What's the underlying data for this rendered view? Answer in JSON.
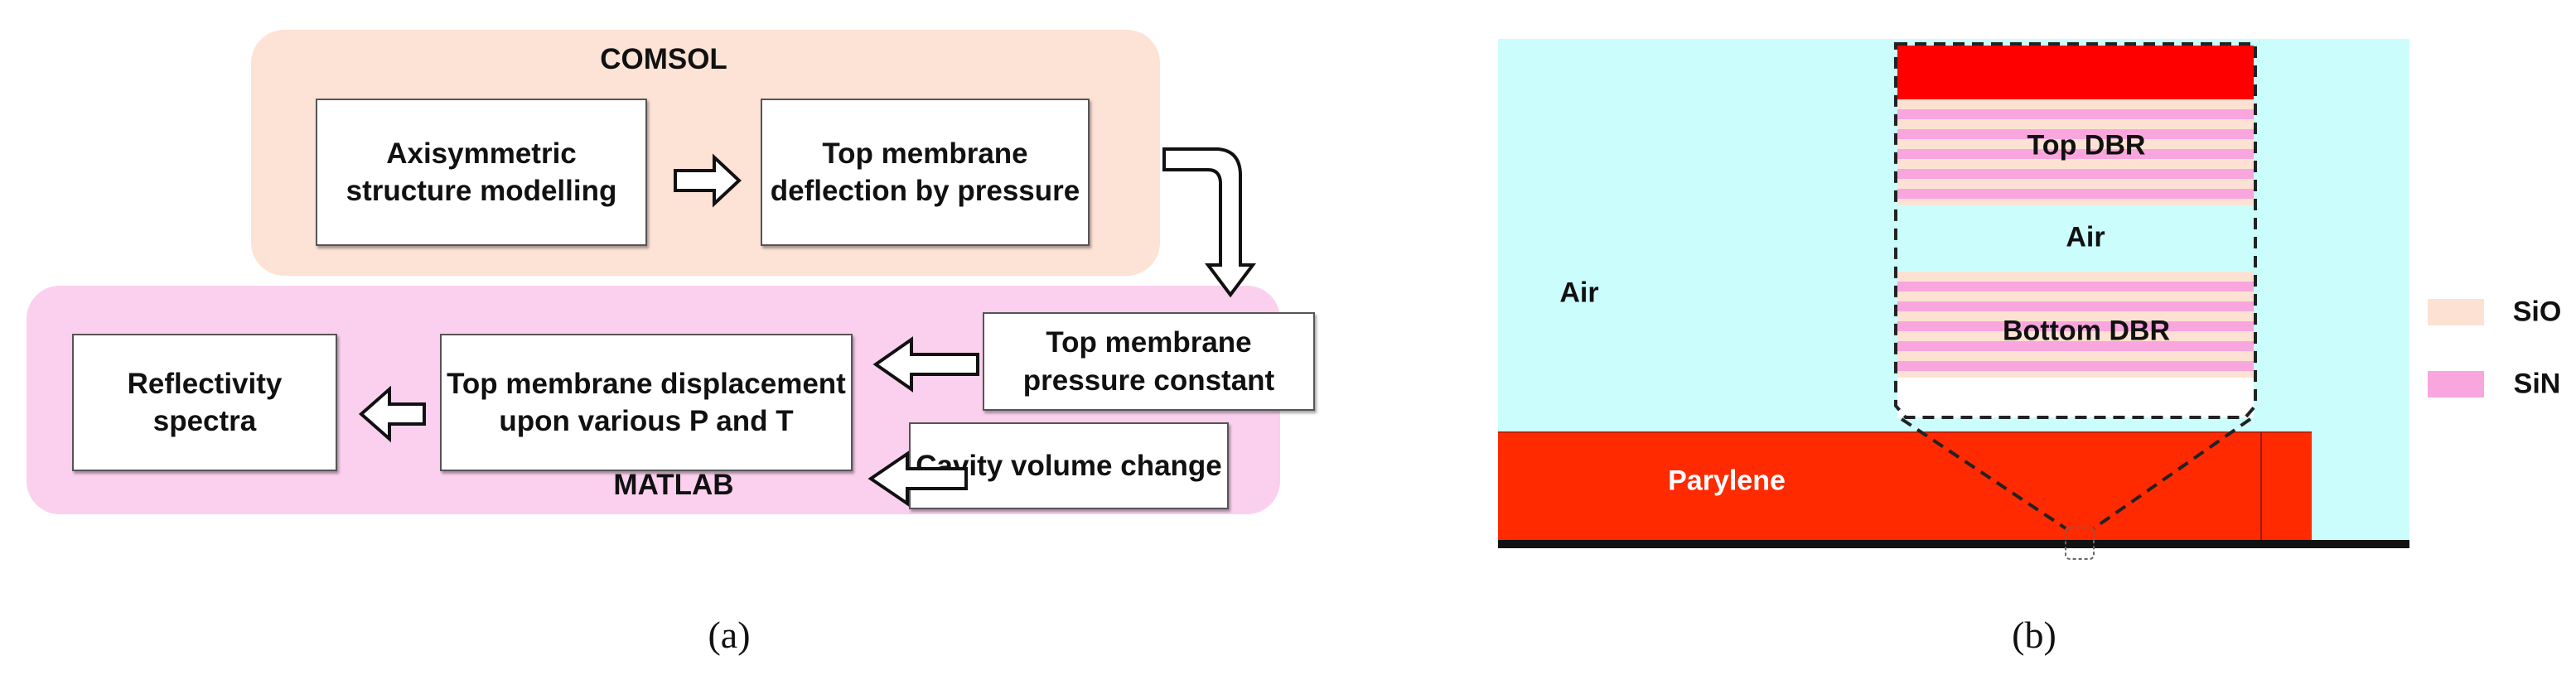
{
  "panel_a": {
    "caption": "(a)",
    "comsol": {
      "label": "COMSOL",
      "color": "#fde2d6",
      "boxes": [
        "Axisymmetric structure modelling",
        "Top membrane deflection by pressure"
      ]
    },
    "matlab": {
      "label": "MATLAB",
      "color": "#fbd0ee",
      "boxes": {
        "pressure_constant": "Top membrane pressure constant",
        "displacement": "Top membrane displacement upon various P and T",
        "cavity": "Cavity volume change",
        "reflectivity": "Reflectivity spectra"
      }
    }
  },
  "panel_b": {
    "caption": "(b)",
    "labels": {
      "air_outer": "Air",
      "top_dbr": "Top DBR",
      "air_inner": "Air",
      "bottom_dbr": "Bottom DBR",
      "parylene": "Parylene"
    },
    "legend": [
      {
        "label": "SiO",
        "color": "#fde2d3"
      },
      {
        "label": "SiN",
        "color": "#f9a6de"
      }
    ],
    "colors": {
      "air": "#ccfdfd",
      "top_layer": "#ff0000",
      "parylene": "#ff2a00"
    }
  }
}
